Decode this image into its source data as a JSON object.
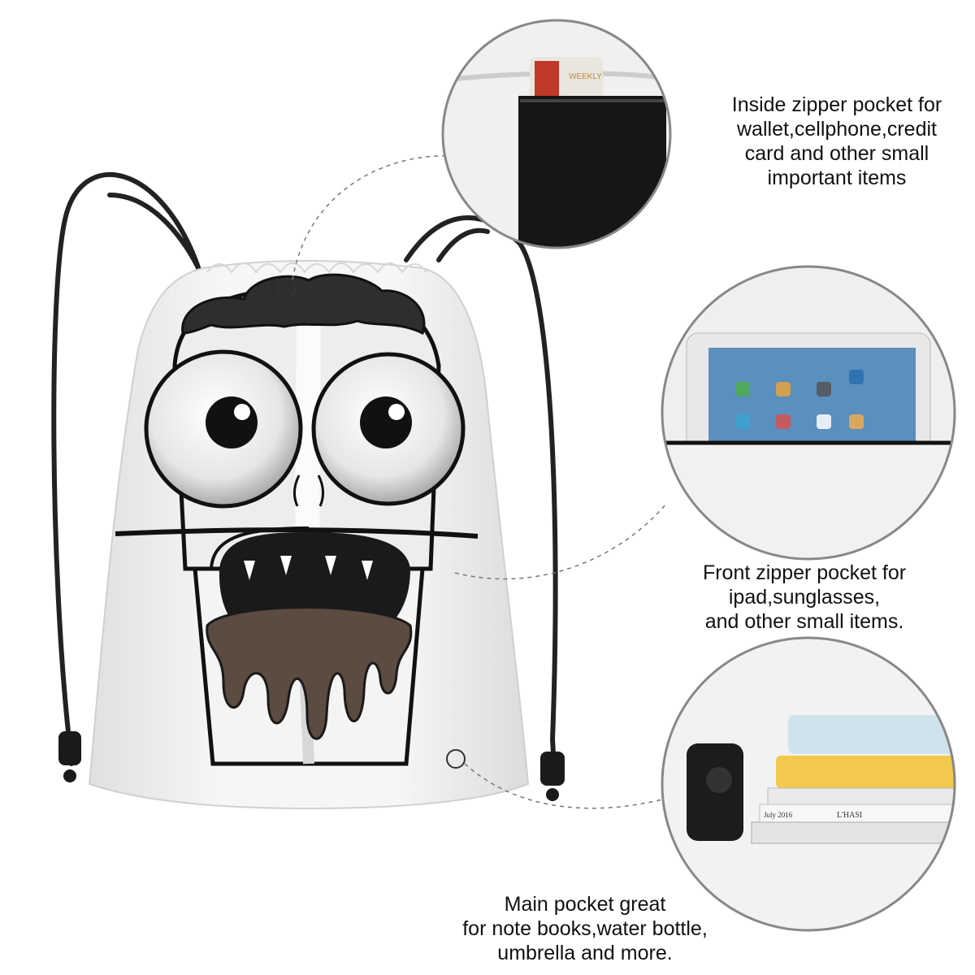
{
  "captions": {
    "inside_pocket": {
      "lines": [
        "Inside zipper pocket for",
        "wallet,cellphone,credit",
        "card and other small",
        "important items"
      ]
    },
    "front_pocket": {
      "lines": [
        "Front zipper pocket for",
        "ipad,sunglasses,",
        "and other small items."
      ]
    },
    "main_pocket": {
      "lines": [
        "Main pocket great",
        "for note books,water bottle,",
        "umbrella and more."
      ]
    }
  },
  "detail_photos": {
    "phone_card_text": "WEEKLY",
    "book_spine_1": "July 2016",
    "book_spine_2": "L'HASI"
  },
  "colors": {
    "bag_fill": "#f1f1f1",
    "cord": "#222222",
    "mesh_pocket": "#161616",
    "accent_tablet": "#e8e8e8",
    "chocolate": "#5b4b40"
  },
  "icons": {
    "callout_marker": "circle-outline-icon",
    "leader_line": "dashed-curve"
  }
}
